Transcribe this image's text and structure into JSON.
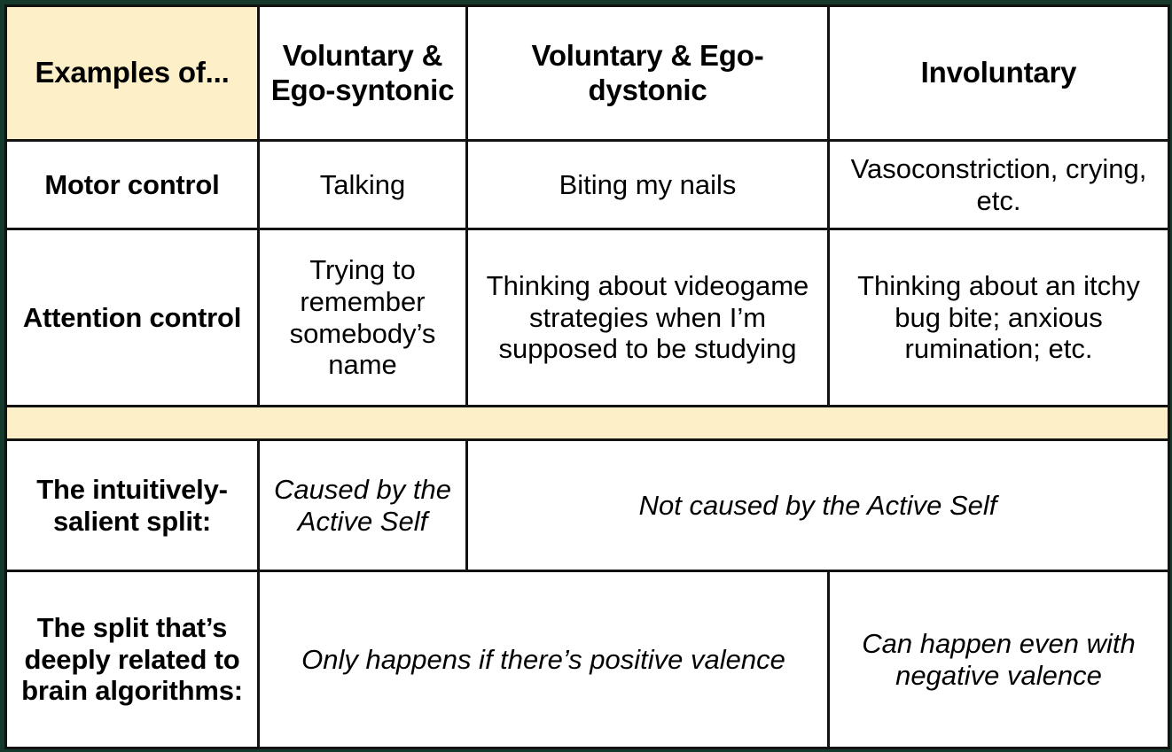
{
  "table": {
    "colors": {
      "outer_border": "#153a2b",
      "grid_line": "#121212",
      "highlight_fill": "#fdefc8",
      "text": "#000000",
      "cell_fill": "#ffffff"
    },
    "columns": [
      {
        "key": "examples",
        "label": "Examples of..."
      },
      {
        "key": "vol_syntonic",
        "label": "Voluntary & Ego-syntonic"
      },
      {
        "key": "vol_dystonic",
        "label": "Voluntary & Ego-dystonic"
      },
      {
        "key": "involuntary",
        "label": "Involuntary"
      }
    ],
    "rows": [
      {
        "key": "motor_control",
        "label": "Motor control",
        "cells": [
          "Talking",
          "Biting my nails",
          "Vasoconstriction, crying, etc."
        ]
      },
      {
        "key": "attention_control",
        "label": "Attention control",
        "cells": [
          "Trying to remember somebody’s name",
          "Thinking about videogame strategies when I’m supposed to be studying",
          "Thinking about an itchy bug bite; anxious rumination; etc."
        ]
      },
      {
        "key": "spacer",
        "label": "",
        "cells": []
      },
      {
        "key": "intuitive_split",
        "label": "The intuitively-salient split:",
        "cells": [
          "Caused by the Active Self",
          "Not caused by the Active Self"
        ]
      },
      {
        "key": "brain_algorithms_split",
        "label": "The split that’s deeply related to brain algorithms:",
        "cells": [
          "Only happens if there’s positive valence",
          "Can happen even with negative valence"
        ]
      }
    ]
  }
}
